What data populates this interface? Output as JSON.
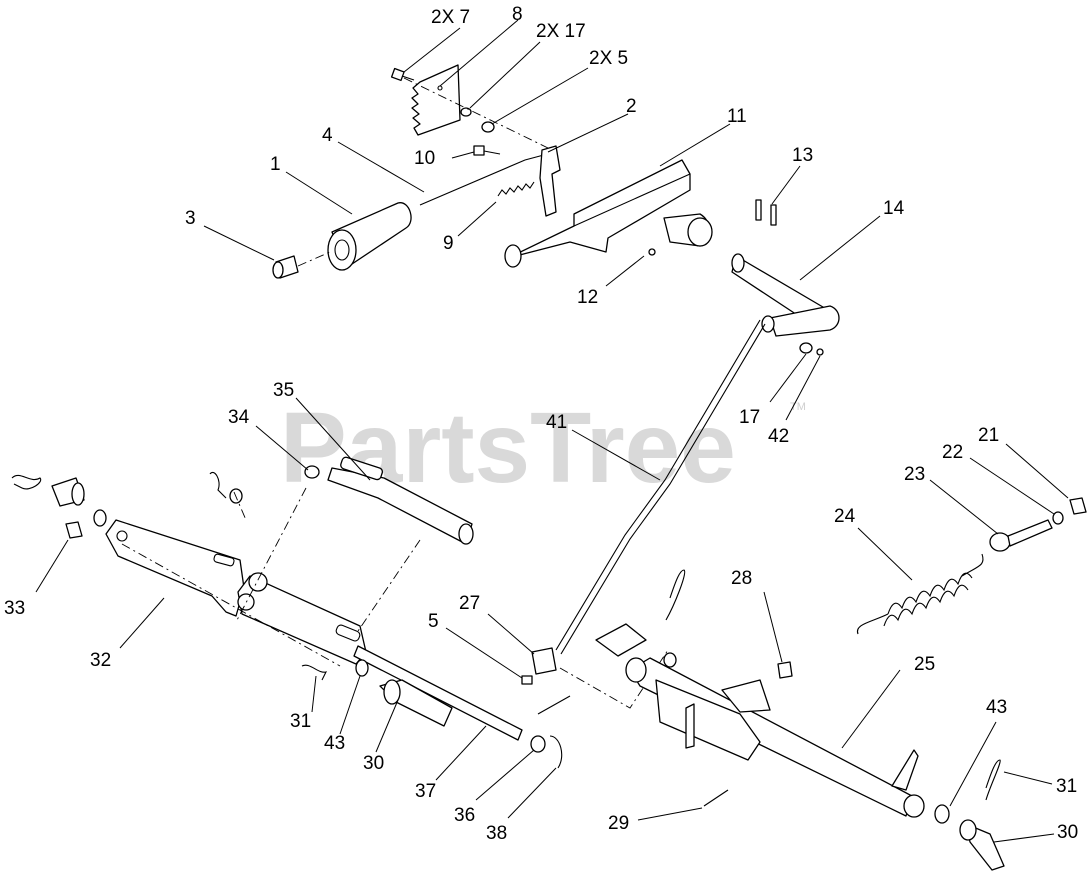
{
  "watermark": {
    "text": "PartsTree",
    "tm": "TM"
  },
  "callouts": {
    "c_2x7": "2X 7",
    "c_8": "8",
    "c_2x17": "2X 17",
    "c_2x5": "2X 5",
    "c_2": "2",
    "c_11": "11",
    "c_4": "4",
    "c_1": "1",
    "c_10": "10",
    "c_13": "13",
    "c_14": "14",
    "c_3": "3",
    "c_9": "9",
    "c_12": "12",
    "c_35": "35",
    "c_34": "34",
    "c_41": "41",
    "c_17": "17",
    "c_42": "42",
    "c_21": "21",
    "c_22": "22",
    "c_23": "23",
    "c_24": "24",
    "c_33": "33",
    "c_32": "32",
    "c_27": "27",
    "c_5": "5",
    "c_28": "28",
    "c_25": "25",
    "c_31a": "31",
    "c_43a": "43",
    "c_30a": "30",
    "c_37": "37",
    "c_36": "36",
    "c_38": "38",
    "c_29": "29",
    "c_43b": "43",
    "c_31b": "31",
    "c_30b": "30"
  }
}
